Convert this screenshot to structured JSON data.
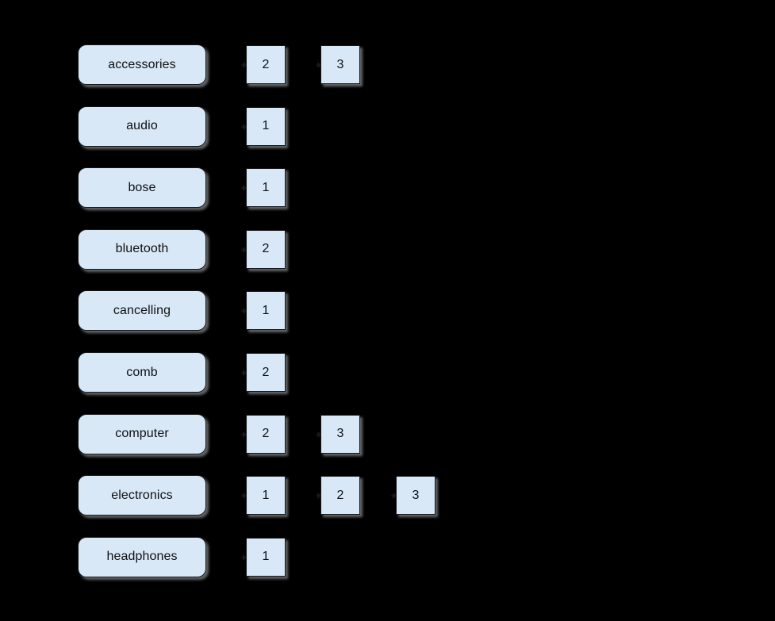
{
  "diagram": {
    "type": "inverted-index-posting-lists",
    "background_color": "#000000",
    "node_fill_color": "#d9e8f7",
    "node_border_color": "#15181c",
    "node_text_color": "#0d1013",
    "shadow_color": "#787878",
    "rows": [
      {
        "term": "accessories",
        "postings": [
          "2",
          "3"
        ]
      },
      {
        "term": "audio",
        "postings": [
          "1"
        ]
      },
      {
        "term": "bose",
        "postings": [
          "1"
        ]
      },
      {
        "term": "bluetooth",
        "postings": [
          "2"
        ]
      },
      {
        "term": "cancelling",
        "postings": [
          "1"
        ]
      },
      {
        "term": "comb",
        "postings": [
          "2"
        ]
      },
      {
        "term": "computer",
        "postings": [
          "2",
          "3"
        ]
      },
      {
        "term": "electronics",
        "postings": [
          "1",
          "2",
          "3"
        ]
      },
      {
        "term": "headphones",
        "postings": [
          "1"
        ]
      }
    ]
  }
}
